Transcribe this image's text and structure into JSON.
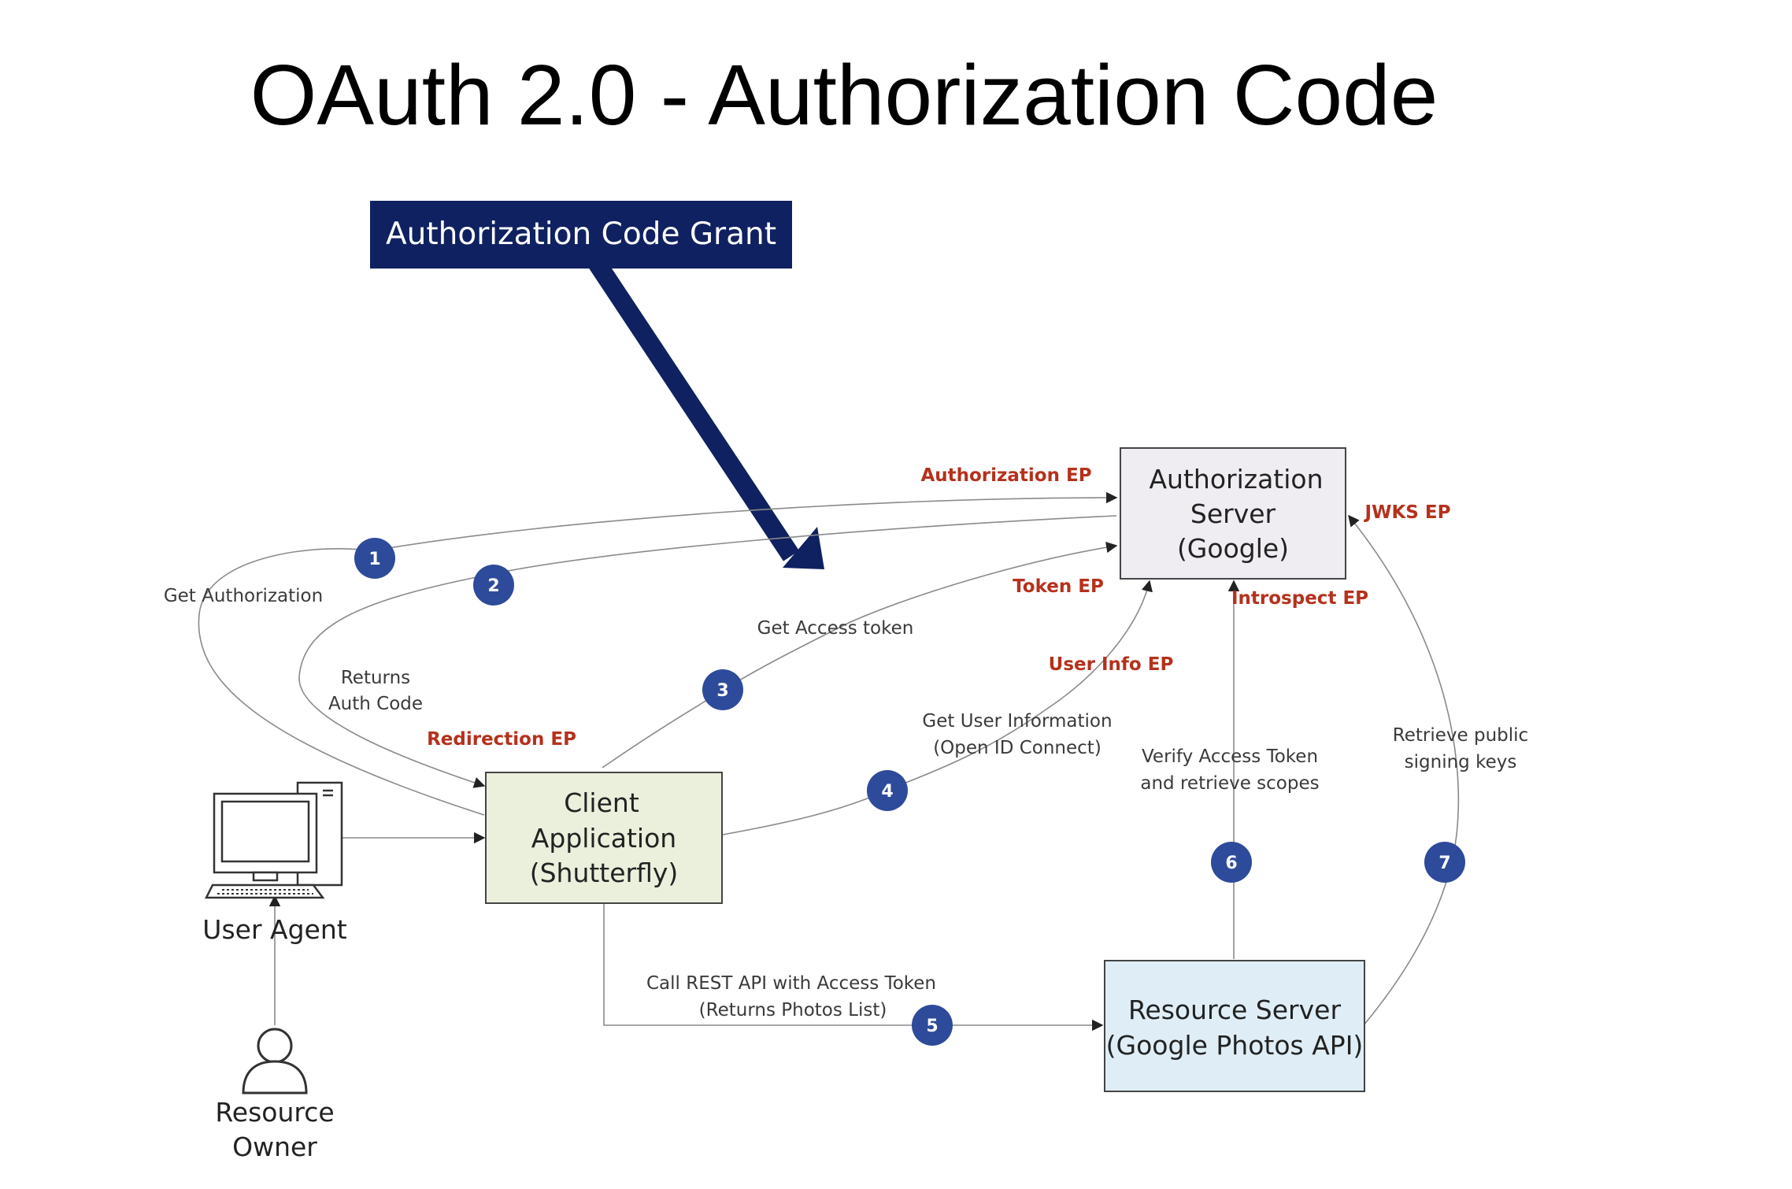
{
  "title": "OAuth 2.0 - Authorization Code",
  "grant_label": "Authorization Code Grant",
  "colors": {
    "grant_box": "#0f2160",
    "step_badge": "#2e4a9a",
    "endpoint_text": "#b5311c",
    "auth_server_fill": "#efedf2",
    "client_fill": "#eaf0dc",
    "resource_fill": "#dfeef6"
  },
  "nodes": {
    "auth_server": {
      "line1": "Authorization",
      "line2": "Server",
      "line3": "(Google)"
    },
    "client": {
      "line1": "Client",
      "line2": "Application",
      "line3": "(Shutterfly)"
    },
    "resource_server": {
      "line1": "Resource Server",
      "line2": "(Google Photos API)"
    },
    "user_agent": {
      "label": "User Agent",
      "icon": "desktop-computer-icon"
    },
    "resource_owner": {
      "line1": "Resource",
      "line2": "Owner",
      "icon": "person-icon"
    }
  },
  "endpoints": {
    "authorization": "Authorization EP",
    "token": "Token EP",
    "jwks": "JWKS EP",
    "introspect": "Introspect EP",
    "user_info": "User Info EP",
    "redirection": "Redirection EP"
  },
  "flows": {
    "get_authorization": "Get Authorization",
    "returns_auth_code": {
      "line1": "Returns",
      "line2": "Auth Code"
    },
    "get_access_token": "Get Access token",
    "get_user_info": {
      "line1": "Get User Information",
      "line2": "(Open ID Connect)"
    },
    "verify_token": {
      "line1": "Verify Access Token",
      "line2": "and retrieve scopes"
    },
    "retrieve_keys": {
      "line1": "Retrieve public",
      "line2": "signing keys"
    },
    "call_api": {
      "line1": "Call REST API with Access Token",
      "line2": "(Returns Photos List)"
    }
  },
  "steps": [
    "1",
    "2",
    "3",
    "4",
    "5",
    "6",
    "7"
  ]
}
